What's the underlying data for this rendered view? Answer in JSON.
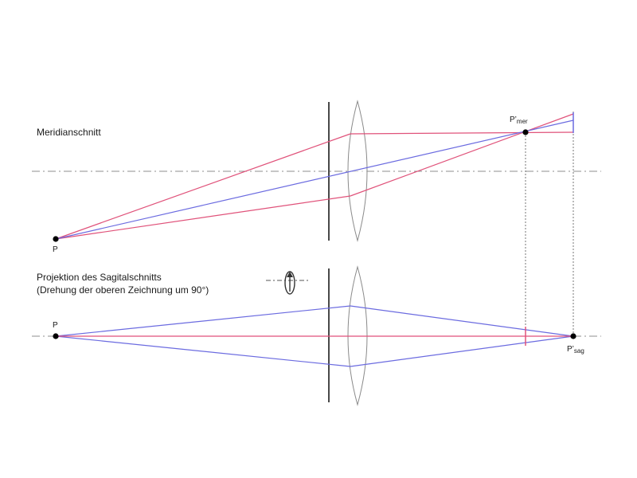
{
  "labels": {
    "meridional_title": "Meridianschnitt",
    "sagittal_title_line1": "Projektion des Sagitalschnitts",
    "sagittal_title_line2": "(Drehung der oberen Zeichnung um 90°)",
    "point_p_top": "P",
    "point_p_bottom": "P",
    "image_mer_main": "P’",
    "image_mer_sub": "mer",
    "image_sag_main": "P’",
    "image_sag_sub": "sag"
  },
  "colors": {
    "red_ray": "#e0527a",
    "blue_ray": "#6b6be0",
    "axis": "#8f8f8f",
    "lens": "#8a8a8a",
    "stop": "#1a1a1a",
    "point": "#000000"
  }
}
